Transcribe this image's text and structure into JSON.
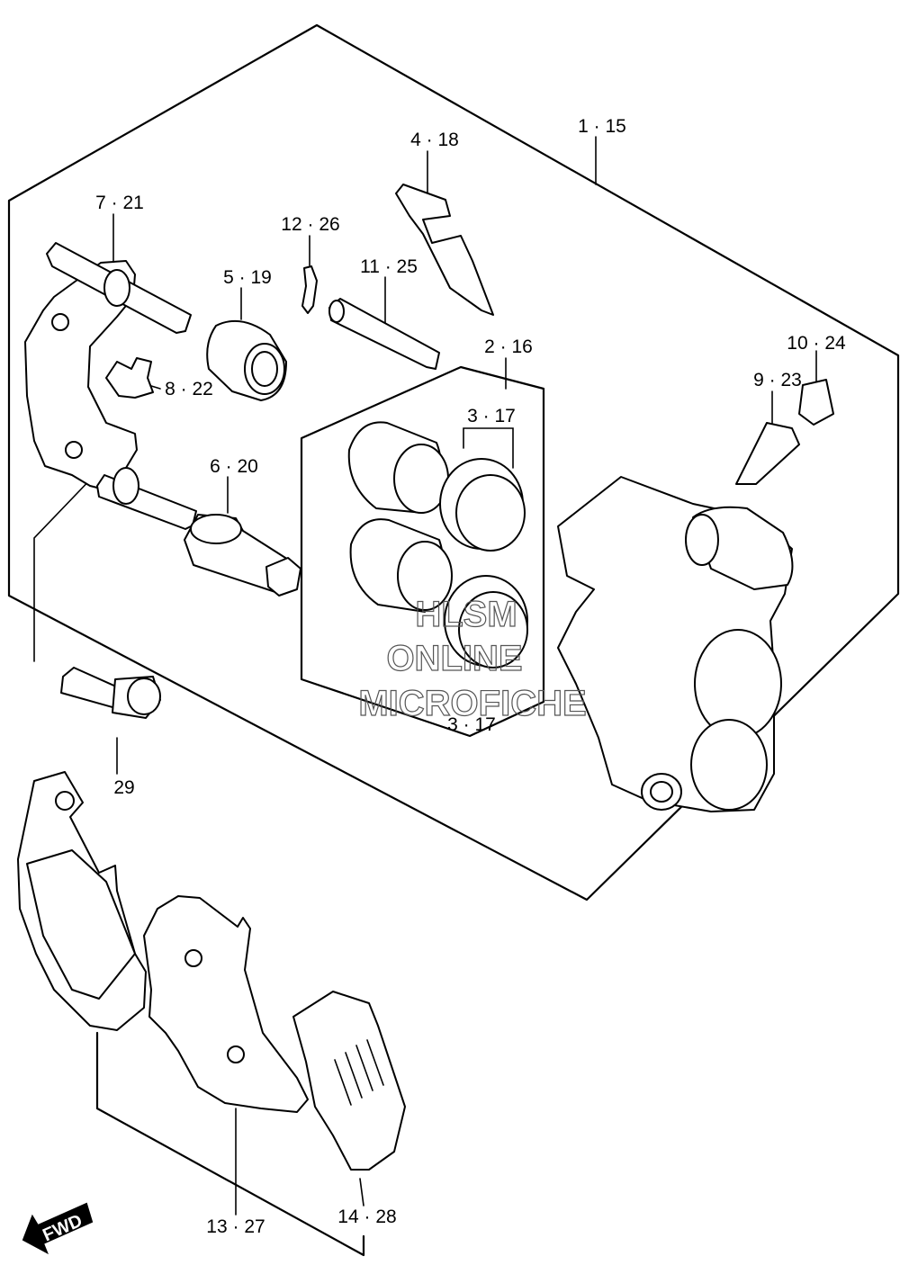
{
  "labels": {
    "p1_15": "1 · 15",
    "p2_16": "2 · 16",
    "p3_17a": "3 · 17",
    "p3_17b": "3 · 17",
    "p4_18": "4 · 18",
    "p5_19": "5 · 19",
    "p6_20": "6 · 20",
    "p7_21": "7 · 21",
    "p8_22": "8 · 22",
    "p9_23": "9 · 23",
    "p10_24": "10 · 24",
    "p11_25": "11 · 25",
    "p12_26": "12 · 26",
    "p13_27": "13 · 27",
    "p14_28": "14 · 28",
    "p29": "29"
  },
  "watermark": {
    "line1": "HLSM",
    "line2": "ONLINE",
    "line3": "MICROFICHE"
  },
  "direction_badge": "FWD",
  "colors": {
    "line": "#000000",
    "background": "#ffffff",
    "watermark": "#555555"
  }
}
